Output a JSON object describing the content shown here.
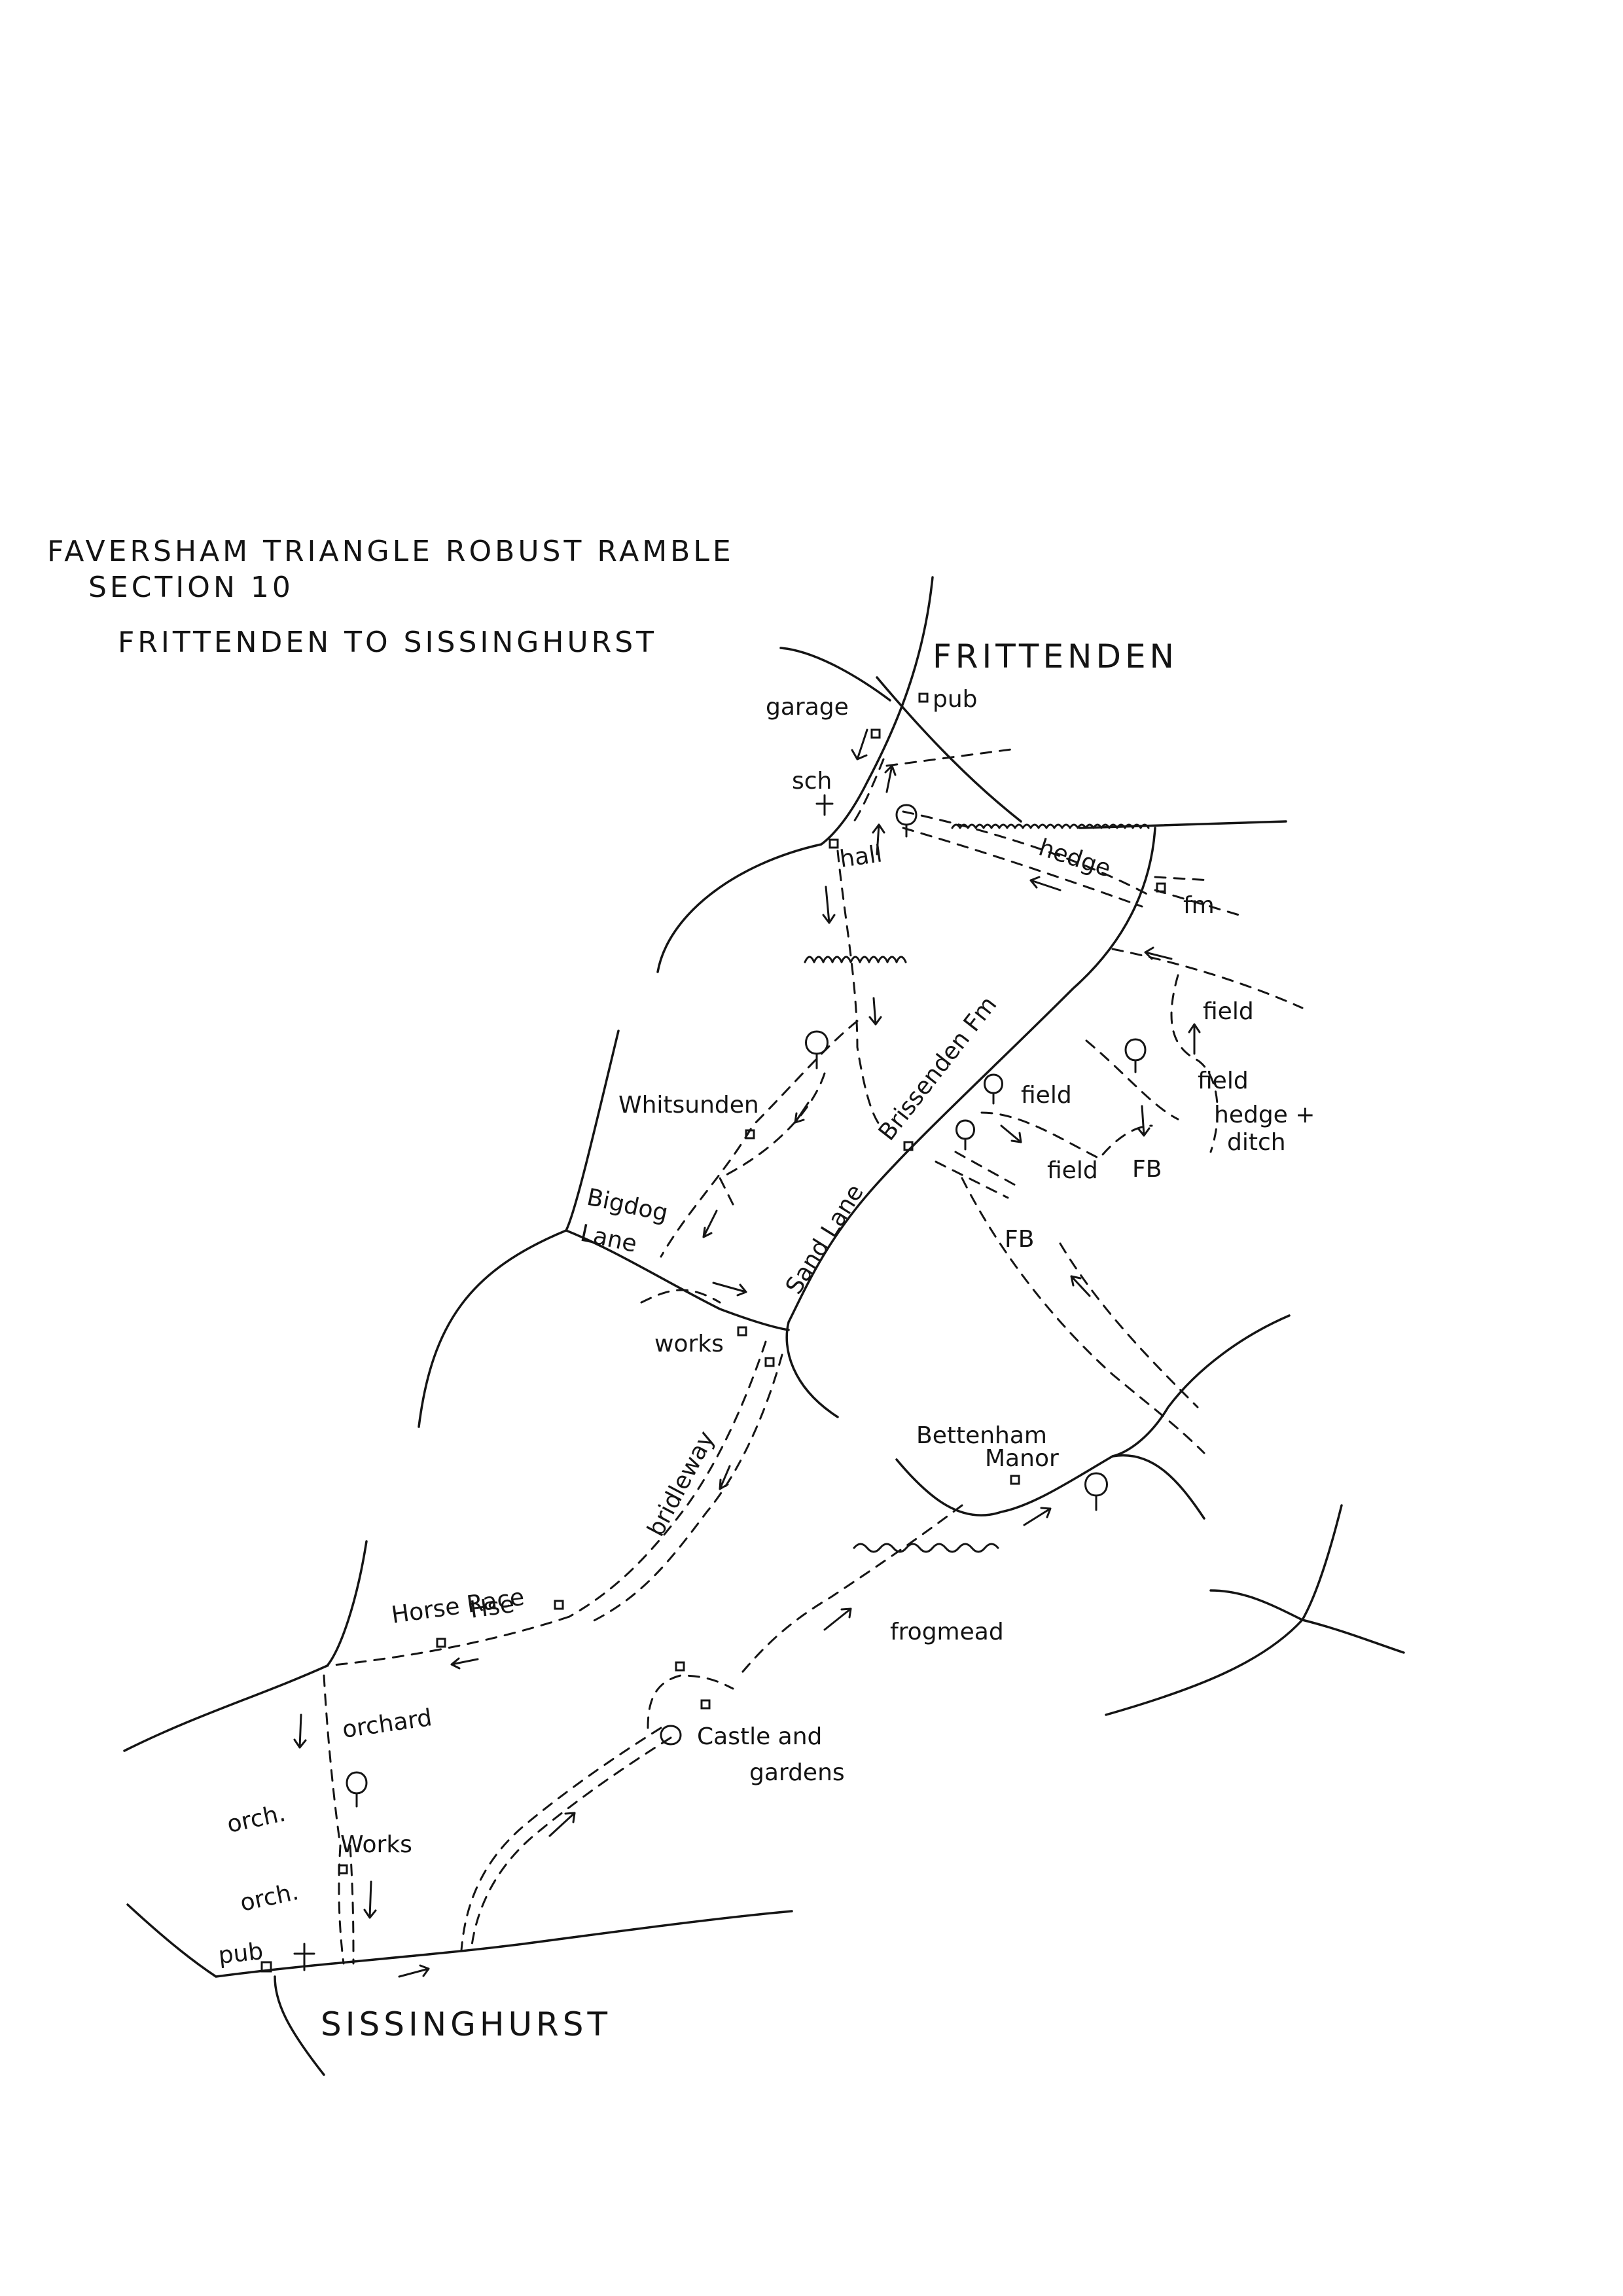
{
  "header": {
    "line1": "FAVERSHAM TRIANGLE ROBUST RAMBLE",
    "line2": "SECTION 10",
    "line3": "FRITTENDEN TO SISSINGHURST"
  },
  "places": {
    "frittenden": "FRITTENDEN",
    "sissinghurst": "SISSINGHURST"
  },
  "labels": {
    "garage": "garage",
    "pub_north": "pub",
    "sch": "sch",
    "hall": "hall",
    "hedge_top": "hedge",
    "fm": "fm",
    "field_1": "field",
    "field_2": "field",
    "field_3": "field",
    "field_4": "field",
    "hedge_ditch_1": "hedge +",
    "hedge_ditch_2": "ditch",
    "fb_1": "FB",
    "fb_2": "FB",
    "brissenden": "Brissenden Fm",
    "sand_lane": "Sand Lane",
    "whitsunden": "Whitsunden",
    "bigdog_1": "Bigdog",
    "bigdog_2": "Lane",
    "works_1": "works",
    "bridleway": "bridleway",
    "bettenham_1": "Bettenham",
    "bettenham_2": "Manor",
    "frogmead": "frogmead",
    "horse_race_1": "Horse Race",
    "horse_race_2": "Hse",
    "orchard": "orchard",
    "orch_1": "orch.",
    "orch_2": "orch.",
    "works_2": "Works",
    "castle_1": "Castle and",
    "castle_2": "gardens",
    "pub_south": "pub"
  }
}
